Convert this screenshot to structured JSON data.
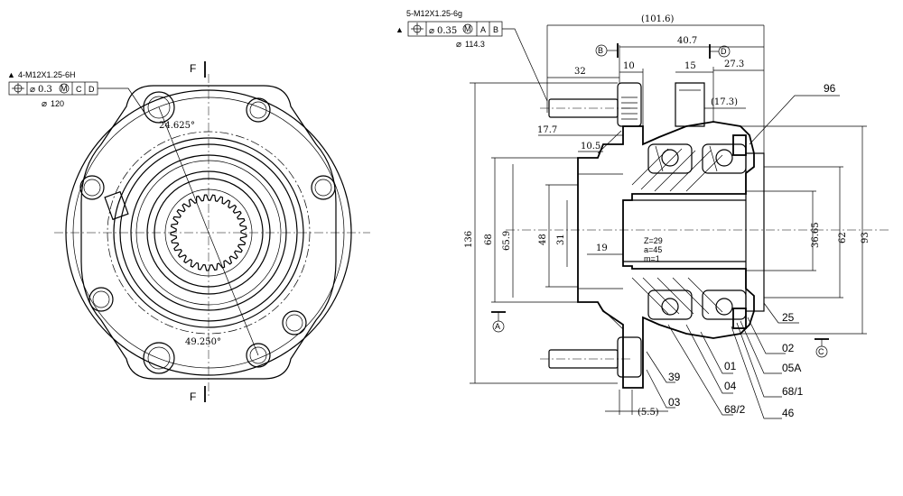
{
  "front_view": {
    "thread_callout": "4-M12X1.25-6H",
    "fcf_tolerance": "0.3",
    "fcf_mod": "M",
    "fcf_datum1": "C",
    "fcf_datum2": "D",
    "pcd": "120",
    "angle_top": "24.625°",
    "angle_bottom": "49.250°",
    "section_label": "F"
  },
  "section_view": {
    "thread_callout": "5-M12X1.25-6g",
    "fcf_tolerance": "0.35",
    "fcf_mod": "M",
    "fcf_datum1": "A",
    "fcf_datum2": "B",
    "pcd": "114.3",
    "datum_b": "B",
    "datum_d": "D",
    "datum_a": "A",
    "datum_c": "C",
    "dim_overall": "(101.6)",
    "dim_40_7": "40.7",
    "dim_32": "32",
    "dim_10": "10",
    "dim_15": "15",
    "dim_27_3": "27.3",
    "dim_17_3": "(17.3)",
    "dim_17_7": "17.7",
    "dim_10_5": "10.5",
    "dim_19": "19",
    "dim_5_5": "(5.5)",
    "dia_136": "136",
    "dia_68": "68",
    "dia_65_9": "65.9",
    "dia_48": "48",
    "dia_31": "31",
    "dia_36_65": "36.65",
    "dia_62": "62",
    "dia_93": "93",
    "spline_z": "Z=29",
    "spline_a": "a=45",
    "spline_m": "m=1"
  },
  "part_numbers": [
    "96",
    "25",
    "02",
    "05A",
    "68/1",
    "46",
    "01",
    "04",
    "68/2",
    "03",
    "39"
  ]
}
